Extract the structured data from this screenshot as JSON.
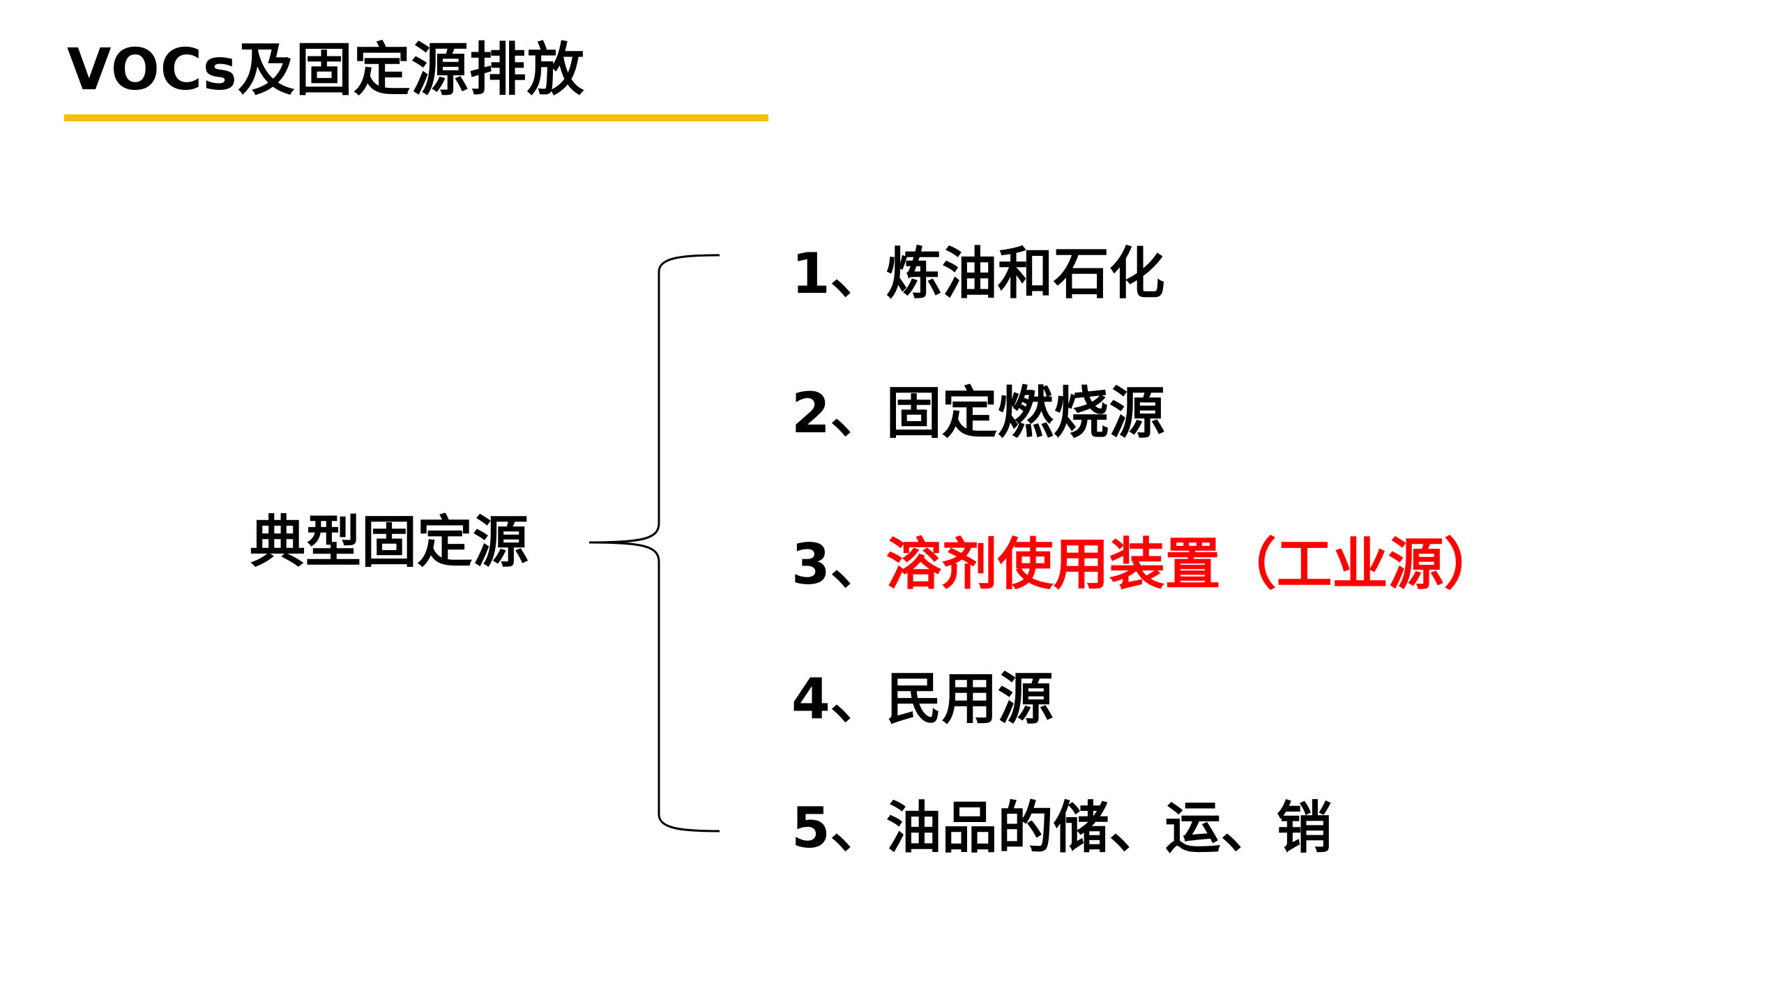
{
  "slide": {
    "title": "VOCs及固定源排放",
    "accent_color": "#f5c000",
    "highlight_color": "#ff0000",
    "root_label": "典型固定源",
    "items": [
      {
        "num": "1、",
        "text": "炼油和石化",
        "highlight": false
      },
      {
        "num": "2、",
        "text": "固定燃烧源",
        "highlight": false
      },
      {
        "num": "3、",
        "text": "溶剂使用装置（工业源）",
        "highlight": true
      },
      {
        "num": "4、",
        "text": "民用源",
        "highlight": false
      },
      {
        "num": "5、",
        "text": "油品的储、运、销",
        "highlight": false
      }
    ]
  }
}
